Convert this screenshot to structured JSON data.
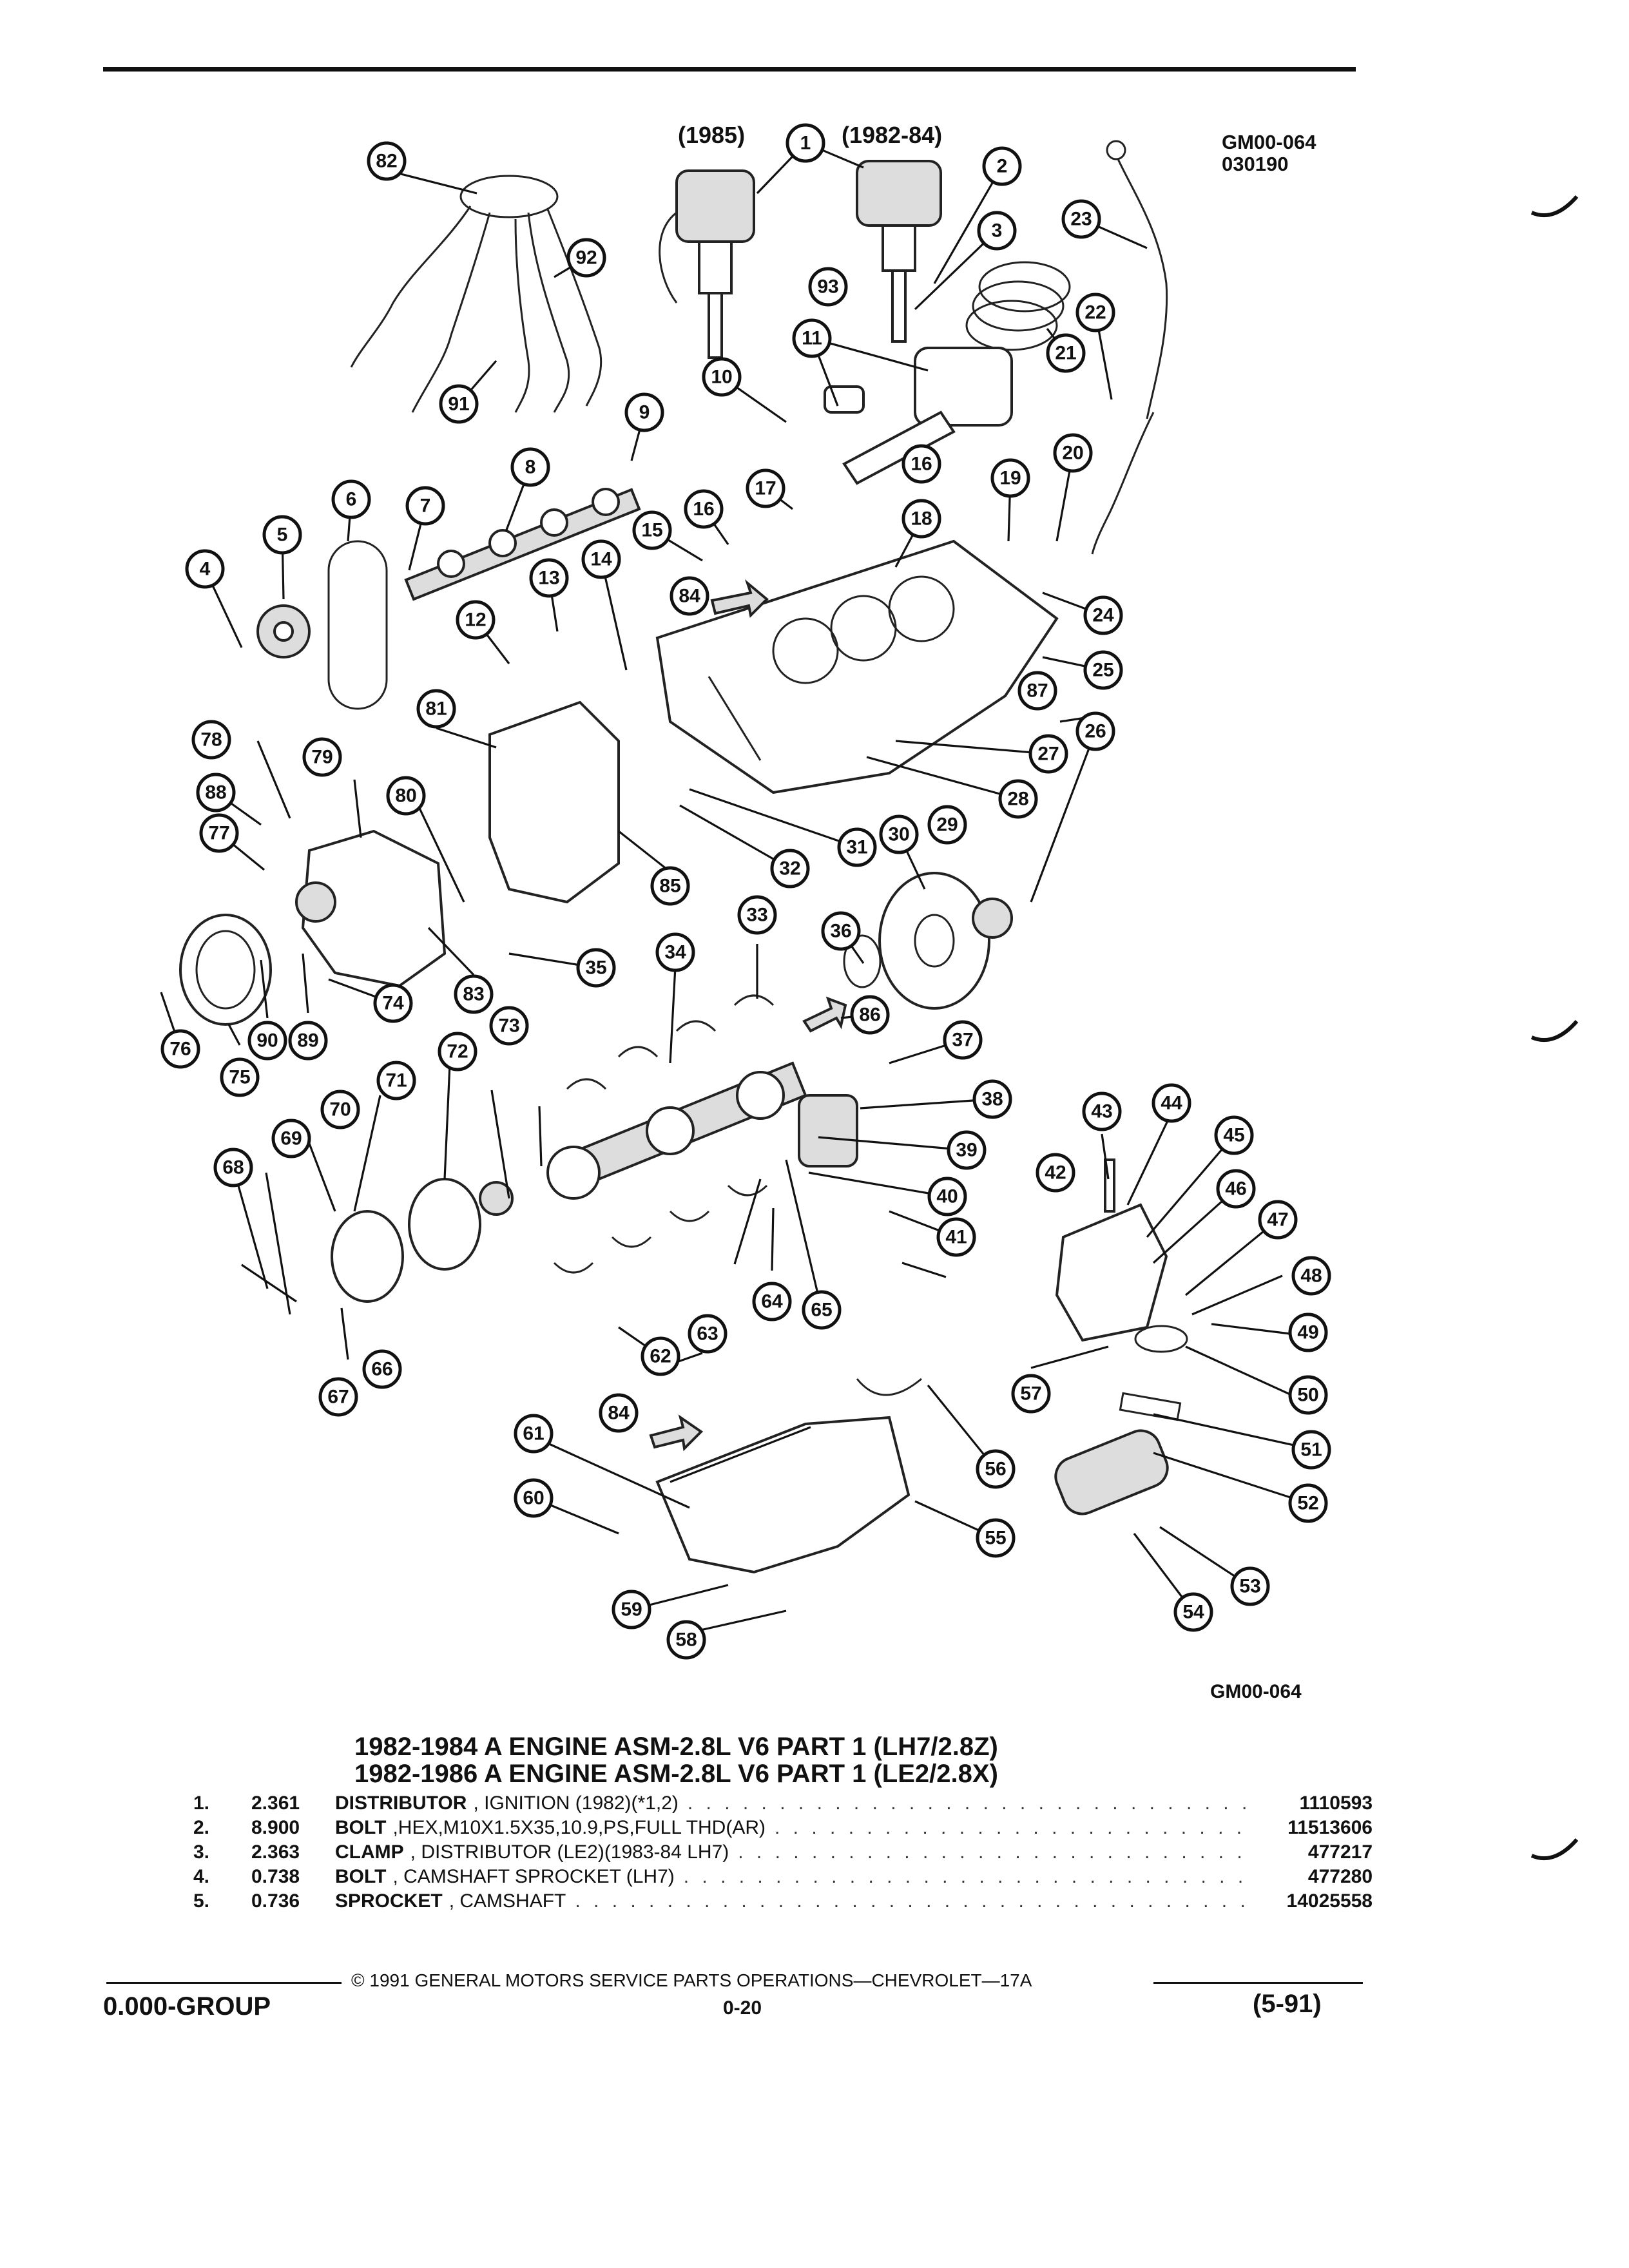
{
  "header": {
    "code_line1": "GM00-064",
    "code_line2": "030190"
  },
  "diagram": {
    "variant_left": "(1985)",
    "variant_right": "(1982-84)",
    "bottom_code": "GM00-064",
    "callout_labels": [
      "1",
      "2",
      "3",
      "4",
      "5",
      "6",
      "7",
      "8",
      "9",
      "10",
      "11",
      "12",
      "13",
      "14",
      "15",
      "16",
      "16",
      "17",
      "18",
      "19",
      "20",
      "21",
      "22",
      "23",
      "24",
      "25",
      "26",
      "27",
      "28",
      "29",
      "30",
      "31",
      "32",
      "33",
      "34",
      "35",
      "36",
      "37",
      "38",
      "39",
      "40",
      "41",
      "42",
      "43",
      "44",
      "45",
      "46",
      "47",
      "48",
      "49",
      "50",
      "51",
      "52",
      "53",
      "54",
      "55",
      "56",
      "57",
      "58",
      "59",
      "60",
      "61",
      "62",
      "63",
      "64",
      "65",
      "66",
      "67",
      "68",
      "69",
      "70",
      "71",
      "72",
      "73",
      "74",
      "75",
      "76",
      "77",
      "78",
      "79",
      "80",
      "81",
      "82",
      "83",
      "84",
      "84",
      "85",
      "86",
      "87",
      "88",
      "89",
      "90",
      "91",
      "92",
      "93"
    ]
  },
  "titles": {
    "line1": "1982-1984 A ENGINE ASM-2.8L V6 PART 1 (LH7/2.8Z)",
    "line2": "1982-1986 A ENGINE ASM-2.8L V6 PART 1 (LE2/2.8X)"
  },
  "parts": [
    {
      "num": "1.",
      "qty": "2.361",
      "name": "DISTRIBUTOR",
      "desc": ", IGNITION (1982)(*1,2)",
      "part_no": "1110593"
    },
    {
      "num": "2.",
      "qty": "8.900",
      "name": "BOLT",
      "desc": ",HEX,M10X1.5X35,10.9,PS,FULL THD(AR)",
      "part_no": "11513606"
    },
    {
      "num": "3.",
      "qty": "2.363",
      "name": "CLAMP",
      "desc": ", DISTRIBUTOR (LE2)(1983-84 LH7)",
      "part_no": "477217"
    },
    {
      "num": "4.",
      "qty": "0.738",
      "name": "BOLT",
      "desc": ", CAMSHAFT SPROCKET (LH7)",
      "part_no": "477280"
    },
    {
      "num": "5.",
      "qty": "0.736",
      "name": "SPROCKET",
      "desc": ", CAMSHAFT",
      "part_no": "14025558"
    }
  ],
  "footer": {
    "copyright": "© 1991 GENERAL MOTORS SERVICE PARTS OPERATIONS—CHEVROLET—17A",
    "group": "0.000-GROUP",
    "page": "0-20",
    "date": "(5-91)"
  }
}
